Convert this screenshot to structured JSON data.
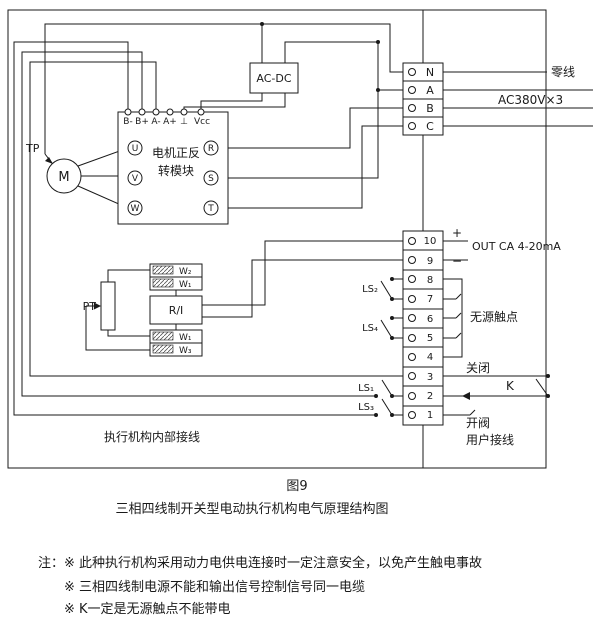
{
  "figure": {
    "number": "图9",
    "title": "三相四线制开关型电动执行机构电气原理结构图"
  },
  "notes": [
    "注：※ 此种执行机构采用动力电供电连接时一定注意安全，以免产生触电事故",
    "※ 三相四线制电源不能和输出信号控制信号同一电缆",
    "※ K一定是无源触点不能带电"
  ],
  "power_block": {
    "rows": [
      "N",
      "A",
      "B",
      "C"
    ]
  },
  "signal_block": {
    "rows": [
      "10",
      "9",
      "8",
      "7",
      "6",
      "5",
      "4",
      "3",
      "2",
      "1"
    ]
  },
  "acdc": {
    "label": "AC-DC"
  },
  "module": {
    "name1": "电机正反",
    "name2": "转模块",
    "terminals": [
      "B-",
      "B+",
      "A-",
      "A+",
      "⊥",
      "Vcc"
    ],
    "left": [
      "U",
      "V",
      "W"
    ],
    "right": [
      "R",
      "S",
      "T"
    ]
  },
  "motor": {
    "label": "M",
    "tp": "TP"
  },
  "pt": {
    "label": "PT"
  },
  "ri": {
    "label": "R/I",
    "w": [
      "W₂",
      "W₁",
      "W₁",
      "W₃"
    ]
  },
  "labels": {
    "neutral": "零线",
    "ac380": "AC380V×3",
    "plus": "+",
    "out": "OUT CA 4-20mA",
    "minus": "−",
    "passive": "无源触点",
    "ls2": "LS₂",
    "ls4": "LS₄",
    "ls1": "LS₁",
    "ls3": "LS₃",
    "close": "关闭",
    "k": "K",
    "open": "开阀",
    "user_wiring": "用户接线",
    "internal_wiring": "执行机构内部接线"
  }
}
